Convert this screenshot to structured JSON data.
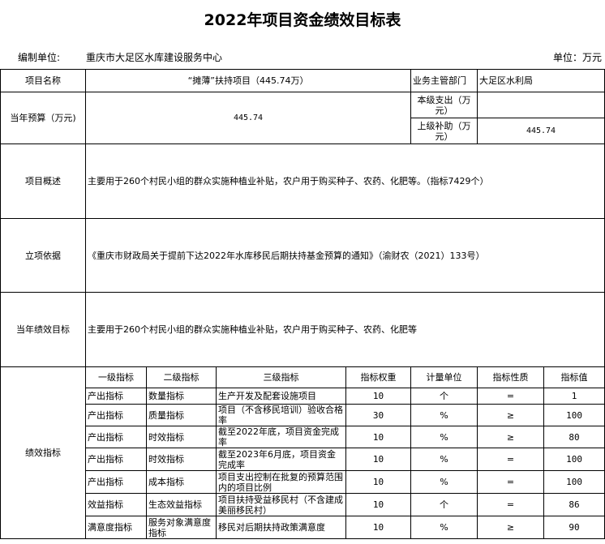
{
  "title": "2022年项目资金绩效目标表",
  "header": {
    "unit_label": "编制单位:",
    "unit_value": "重庆市大足区水库建设服务中心",
    "currency": "单位：万元"
  },
  "rows": {
    "project_name_label": "项目名称",
    "project_name_value": "“摊薄”扶持项目（445.74万）",
    "dept_label": "业务主管部门",
    "dept_value": "大足区水利局",
    "budget_label": "当年预算（万元)",
    "budget_value": "445.74",
    "own_label": "本级支出（万元）",
    "own_value": "",
    "upper_label": "上级补助（万元）",
    "upper_value": "445.74",
    "overview_label": "项目概述",
    "overview_value": "主要用于260个村民小组的群众实施种植业补贴，农户用于购买种子、农药、化肥等。（指标7429个）",
    "basis_label": "立项依据",
    "basis_value": "《重庆市财政局关于提前下达2022年水库移民后期扶持基金预算的通知》（渝财农（2021）133号）",
    "goal_label": "当年绩效目标",
    "goal_value": "主要用于260个村民小组的群众实施种植业补贴，农户用于购买种子、农药、化肥等",
    "indicator_label": "绩效指标"
  },
  "indicator_headers": [
    "一级指标",
    "二级指标",
    "三级指标",
    "指标权重",
    "计量单位",
    "指标性质",
    "指标值"
  ],
  "indicators": [
    [
      "产出指标",
      "数量指标",
      "生产开发及配套设施项目",
      "10",
      "个",
      "=",
      "1"
    ],
    [
      "产出指标",
      "质量指标",
      "项目（不含移民培训）验收合格率",
      "30",
      "%",
      "≥",
      "100"
    ],
    [
      "产出指标",
      "时效指标",
      "截至2022年底，项目资金完成率",
      "10",
      "%",
      "≥",
      "80"
    ],
    [
      "产出指标",
      "时效指标",
      "截至2023年6月底，项目资金完成率",
      "10",
      "%",
      "=",
      "100"
    ],
    [
      "产出指标",
      "成本指标",
      "项目支出控制在批复的预算范围内的项目比例",
      "10",
      "%",
      "=",
      "100"
    ],
    [
      "效益指标",
      "生态效益指标",
      "项目扶持受益移民村（不含建成美丽移民村）",
      "10",
      "个",
      "=",
      "86"
    ],
    [
      "满意度指标",
      "服务对象满意度指标",
      "移民对后期扶持政策满意度",
      "10",
      "%",
      "≥",
      "90"
    ]
  ]
}
